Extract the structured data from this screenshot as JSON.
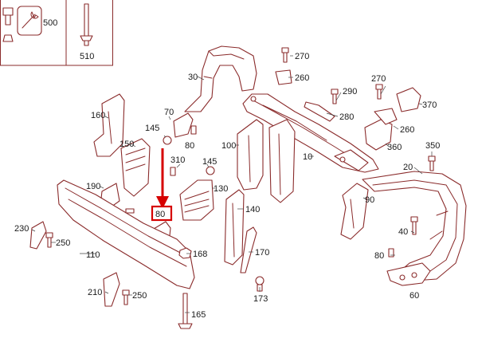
{
  "diagram": {
    "inset_labels": [
      "500",
      "510"
    ],
    "part_numbers": {
      "p10": "10",
      "p20": "20",
      "p30": "30",
      "p40": "40",
      "p60": "60",
      "p70": "70",
      "p80a": "80",
      "p80b": "80",
      "p80c": "80",
      "p90": "90",
      "p100": "100",
      "p110": "110",
      "p130": "130",
      "p140": "140",
      "p145a": "145",
      "p145b": "145",
      "p150": "150",
      "p160": "160",
      "p165": "165",
      "p168": "168",
      "p170": "170",
      "p173": "173",
      "p190": "190",
      "p210": "210",
      "p230": "230",
      "p250a": "250",
      "p250b": "250",
      "p260a": "260",
      "p260b": "260",
      "p270a": "270",
      "p270b": "270",
      "p280": "280",
      "p290": "290",
      "p310": "310",
      "p350": "350",
      "p360": "360",
      "p370": "370"
    },
    "highlighted_part": "80",
    "colors": {
      "line_art": "#8a2b2b",
      "highlight": "#d60000",
      "text": "#1a1a1a"
    }
  }
}
